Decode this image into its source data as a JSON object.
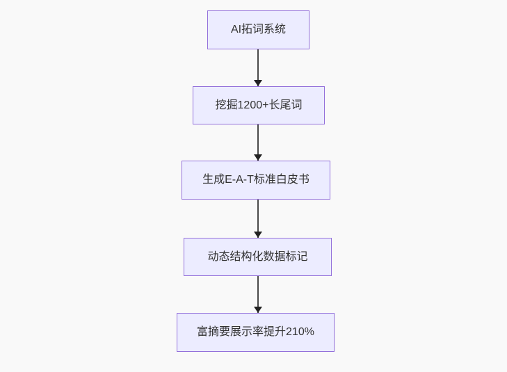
{
  "page": {
    "background_color": "#f9f9f9"
  },
  "flowchart": {
    "type": "flowchart",
    "direction": "top-down",
    "node_fill_color": "#ECECFF",
    "node_border_color": "#9370DB",
    "node_text_color": "#333333",
    "arrow_color": "#4a4a4a",
    "nodes": [
      {
        "label": "AI拓词系统"
      },
      {
        "label": "挖掘1200+长尾词"
      },
      {
        "label": "生成E-A-T标准白皮书"
      },
      {
        "label": "动态结构化数据标记"
      },
      {
        "label": "富摘要展示率提升210%"
      }
    ],
    "edges": [
      {
        "from": "AI拓词系统",
        "to": "挖掘1200+长尾词"
      },
      {
        "from": "挖掘1200+长尾词",
        "to": "生成E-A-T标准白皮书"
      },
      {
        "from": "生成E-A-T标准白皮书",
        "to": "动态结构化数据标记"
      },
      {
        "from": "动态结构化数据标记",
        "to": "富摘要展示率提升210%"
      }
    ]
  }
}
